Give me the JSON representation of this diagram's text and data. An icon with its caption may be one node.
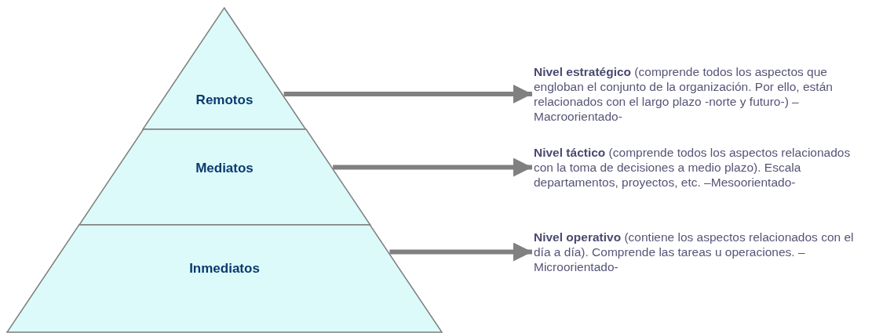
{
  "diagram": {
    "nodes": [
      {
        "text": [
          "Remotos"
        ]
      },
      {
        "text": [
          "Mediatos"
        ]
      },
      {
        "text": [
          "Inmediatos"
        ]
      },
      {
        "text": [
          "**Nivel estratégico** (comprende todos los aspectos que engloban el conjunto de la organización. Por ello, están relacionados con el largo plazo -norte y futuro-) –Macroorientado-"
        ]
      },
      {
        "text": [
          "**Nivel táctico** (comprende todos los aspectos relacionados con la toma de decisiones a medio plazo). Escala departamentos, proyectos, etc. –Mesoorientado-"
        ]
      },
      {
        "text": [
          "**Nivel operativo** (contiene los aspectos relacionados con el día a día). Comprende las tareas u operaciones. –Microorientado-"
        ]
      }
    ],
    "edges": [
      {
        "from": 0,
        "to": 3,
        "arrow": "to"
      },
      {
        "from": 1,
        "to": 4,
        "arrow": "to"
      },
      {
        "from": 2,
        "to": 5,
        "arrow": "to"
      }
    ]
  }
}
